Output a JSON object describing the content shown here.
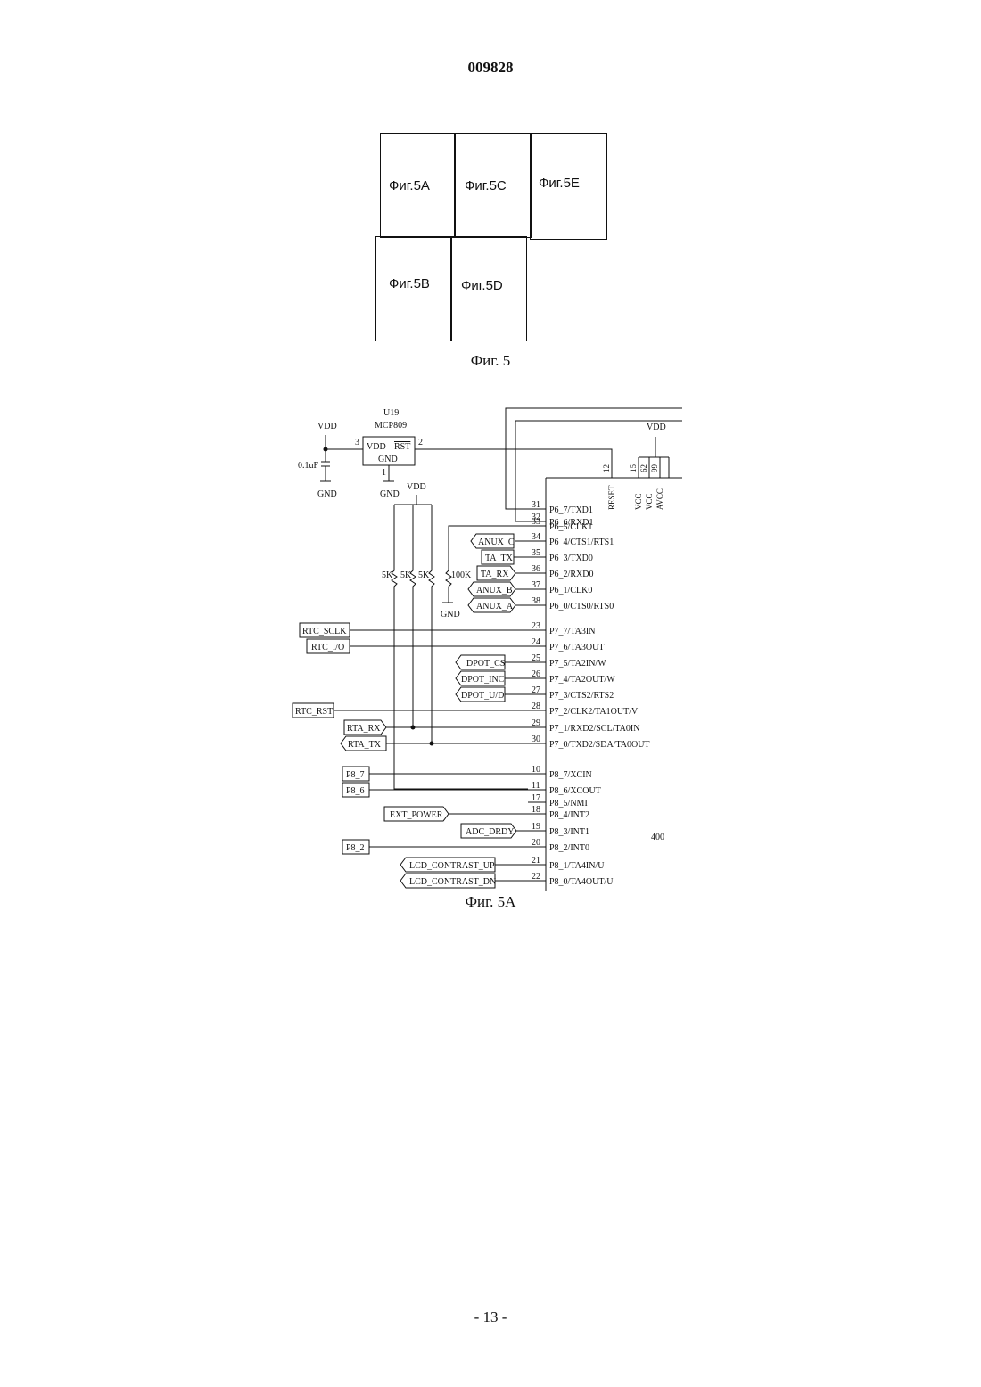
{
  "header": {
    "doc_number": "009828"
  },
  "layout_figure": {
    "cells": [
      "Фиг.5A",
      "Фиг.5C",
      "Фиг.5E",
      "Фиг.5B",
      "Фиг.5D"
    ],
    "caption": "Фиг. 5"
  },
  "schematic": {
    "caption": "Фиг. 5A",
    "chip_ref": "400",
    "u19": {
      "ref": "U19",
      "part": "MCP809",
      "pin_vdd": "VDD",
      "pin_rst": "RST",
      "pin_gnd": "GND",
      "pin3": "3",
      "pin2": "2",
      "pin1": "1"
    },
    "power": {
      "vdd": "VDD",
      "gnd": "GND",
      "cap": "0.1uF"
    },
    "resistors": [
      "5K",
      "5K",
      "5K",
      "100K"
    ],
    "top_pins": [
      {
        "num": "12",
        "name": "RESET"
      },
      {
        "num": "15",
        "name": "VCC"
      },
      {
        "num": "62",
        "name": "VCC"
      },
      {
        "num": "99",
        "name": "AVCC"
      }
    ],
    "pins": [
      {
        "num": "31",
        "name": "P6_7/TXD1"
      },
      {
        "num": "32",
        "name": "P6_6/RXD1"
      },
      {
        "num": "33",
        "name": "P6_5/CLK1"
      },
      {
        "num": "34",
        "name": "P6_4/CTS1/RTS1"
      },
      {
        "num": "35",
        "name": "P6_3/TXD0"
      },
      {
        "num": "36",
        "name": "P6_2/RXD0"
      },
      {
        "num": "37",
        "name": "P6_1/CLK0"
      },
      {
        "num": "38",
        "name": "P6_0/CTS0/RTS0"
      },
      {
        "num": "23",
        "name": "P7_7/TA3IN"
      },
      {
        "num": "24",
        "name": "P7_6/TA3OUT"
      },
      {
        "num": "25",
        "name": "P7_5/TA2IN/W"
      },
      {
        "num": "26",
        "name": "P7_4/TA2OUT/W"
      },
      {
        "num": "27",
        "name": "P7_3/CTS2/RTS2"
      },
      {
        "num": "28",
        "name": "P7_2/CLK2/TA1OUT/V"
      },
      {
        "num": "29",
        "name": "P7_1/RXD2/SCL/TA0IN"
      },
      {
        "num": "30",
        "name": "P7_0/TXD2/SDA/TA0OUT"
      },
      {
        "num": "10",
        "name": "P8_7/XCIN"
      },
      {
        "num": "11",
        "name": "P8_6/XCOUT"
      },
      {
        "num": "17",
        "name": "P8_5/NMI"
      },
      {
        "num": "18",
        "name": "P8_4/INT2"
      },
      {
        "num": "19",
        "name": "P8_3/INT1"
      },
      {
        "num": "20",
        "name": "P8_2/INT0"
      },
      {
        "num": "21",
        "name": "P8_1/TA4IN/U"
      },
      {
        "num": "22",
        "name": "P8_0/TA4OUT/U"
      }
    ],
    "net_labels": [
      "ANUX_C",
      "TA_TX",
      "TA_RX",
      "ANUX_B",
      "ANUX_A",
      "RTC_SCLK",
      "RTC_I/O",
      "DPOT_CS",
      "DPOT_INC",
      "DPOT_U/D",
      "RTC_RST",
      "RTA_RX",
      "RTA_TX",
      "P8_7",
      "P8_6",
      "EXT_POWER",
      "ADC_DRDY",
      "P8_2",
      "LCD_CONTRAST_UP",
      "LCD_CONTRAST_DN"
    ]
  },
  "footer": {
    "page": "- 13 -"
  }
}
